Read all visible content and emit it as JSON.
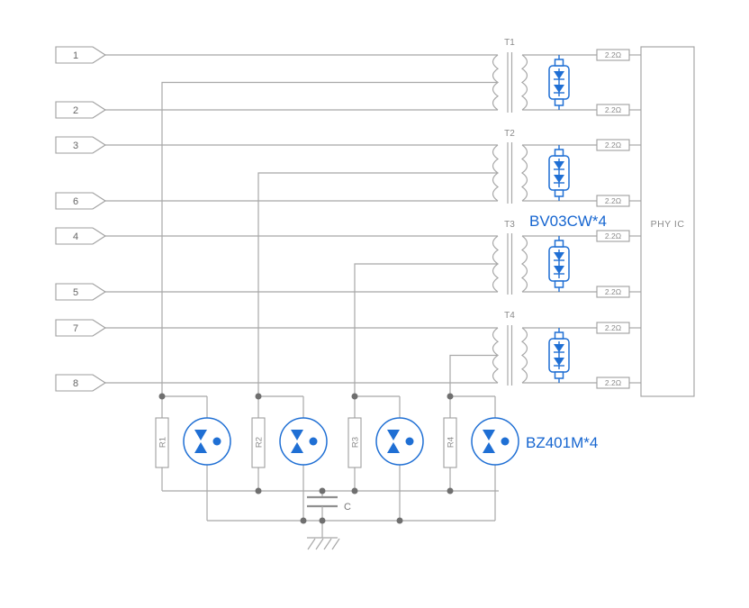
{
  "schematic": {
    "pins": [
      {
        "label": "1"
      },
      {
        "label": "2"
      },
      {
        "label": "3"
      },
      {
        "label": "6"
      },
      {
        "label": "4"
      },
      {
        "label": "5"
      },
      {
        "label": "7"
      },
      {
        "label": "8"
      }
    ],
    "transformers": [
      {
        "label": "T1"
      },
      {
        "label": "T2"
      },
      {
        "label": "T3"
      },
      {
        "label": "T4"
      }
    ],
    "termination_resistors": {
      "value": "2.2Ω",
      "count": 8
    },
    "labels": {
      "tvs_array": "BV03CW*4",
      "protection_diodes": "BZ401M*4",
      "phy": "PHY IC",
      "capacitor": "C"
    },
    "bottom_resistors": [
      {
        "label": "R1"
      },
      {
        "label": "R2"
      },
      {
        "label": "R3"
      },
      {
        "label": "R4"
      }
    ],
    "colors": {
      "component_blue": "#1f6fd4",
      "label_blue": "#1565d0",
      "wire_gray": "#a8a8a8",
      "text_gray": "#8a8a8a"
    }
  }
}
